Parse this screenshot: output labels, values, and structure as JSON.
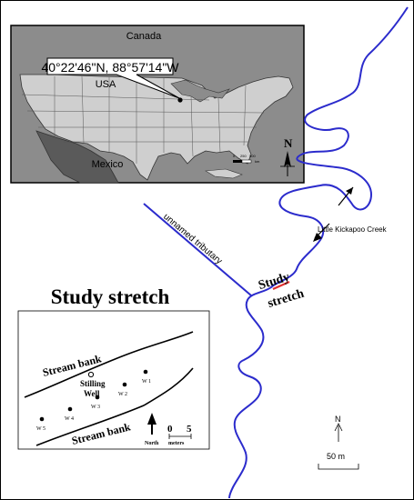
{
  "inset_map": {
    "label_canada": "Canada",
    "label_usa": "USA",
    "label_mexico": "Mexico",
    "coordinates": "40°22'46\"N, 88°57'14\"W",
    "scale_labels": [
      "0",
      "250",
      "500"
    ],
    "scale_unit": "km",
    "north_label": "N"
  },
  "stream_map": {
    "tributary_label": "unnamed tributary",
    "creek_label": "Little Kickapoo Creek",
    "study_label_line1": "Study",
    "study_label_line2": "stretch",
    "north_label": "N",
    "scale_label": "50 m",
    "colors": {
      "stream": "#2b2bcc",
      "study_reach": "#e03030"
    }
  },
  "detail_map": {
    "title": "Study stretch",
    "bank_upper": "Stream bank",
    "bank_lower": "Stream bank",
    "stilling_well_line1": "Stilling",
    "stilling_well_line2": "Well",
    "wells": [
      "W 1",
      "W 2",
      "W 3",
      "W 4",
      "W 5"
    ],
    "north_label": "North",
    "scale_labels": [
      "0",
      "5"
    ],
    "scale_unit": "meters"
  }
}
